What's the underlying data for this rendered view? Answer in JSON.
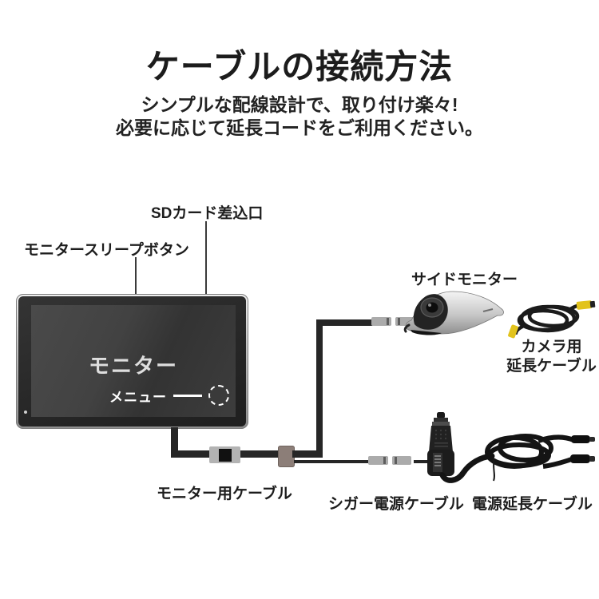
{
  "header": {
    "title": "ケーブルの接続方法",
    "subtitle_line1": "シンプルな配線設計で、取り付け楽々!",
    "subtitle_line2": "必要に応じて延長コードをご利用ください。"
  },
  "diagram": {
    "labels": {
      "sd_card_slot": "SDカード差込口",
      "monitor_sleep_button": "モニタースリープボタン",
      "side_monitor": "サイドモニター",
      "camera_extension_line1": "カメラ用",
      "camera_extension_line2": "延長ケーブル",
      "monitor_cable": "モニター用ケーブル",
      "cigar_power_cable": "シガー電源ケーブル",
      "power_extension_cable": "電源延長ケーブル"
    },
    "monitor": {
      "screen_label": "モニター",
      "menu_label": "メニュー"
    },
    "colors": {
      "background": "#ffffff",
      "text": "#1d1d1d",
      "cable": "#262626",
      "connector_gray": "#ababab",
      "junction_brown": "#8c7e78",
      "monitor_bezel": "#262626",
      "monitor_screen": "#3d3d3d",
      "monitor_frame_silver": "#c2c2c2",
      "screen_text": "#dedede",
      "camera_connector_yellow": "#e2c31c"
    }
  }
}
